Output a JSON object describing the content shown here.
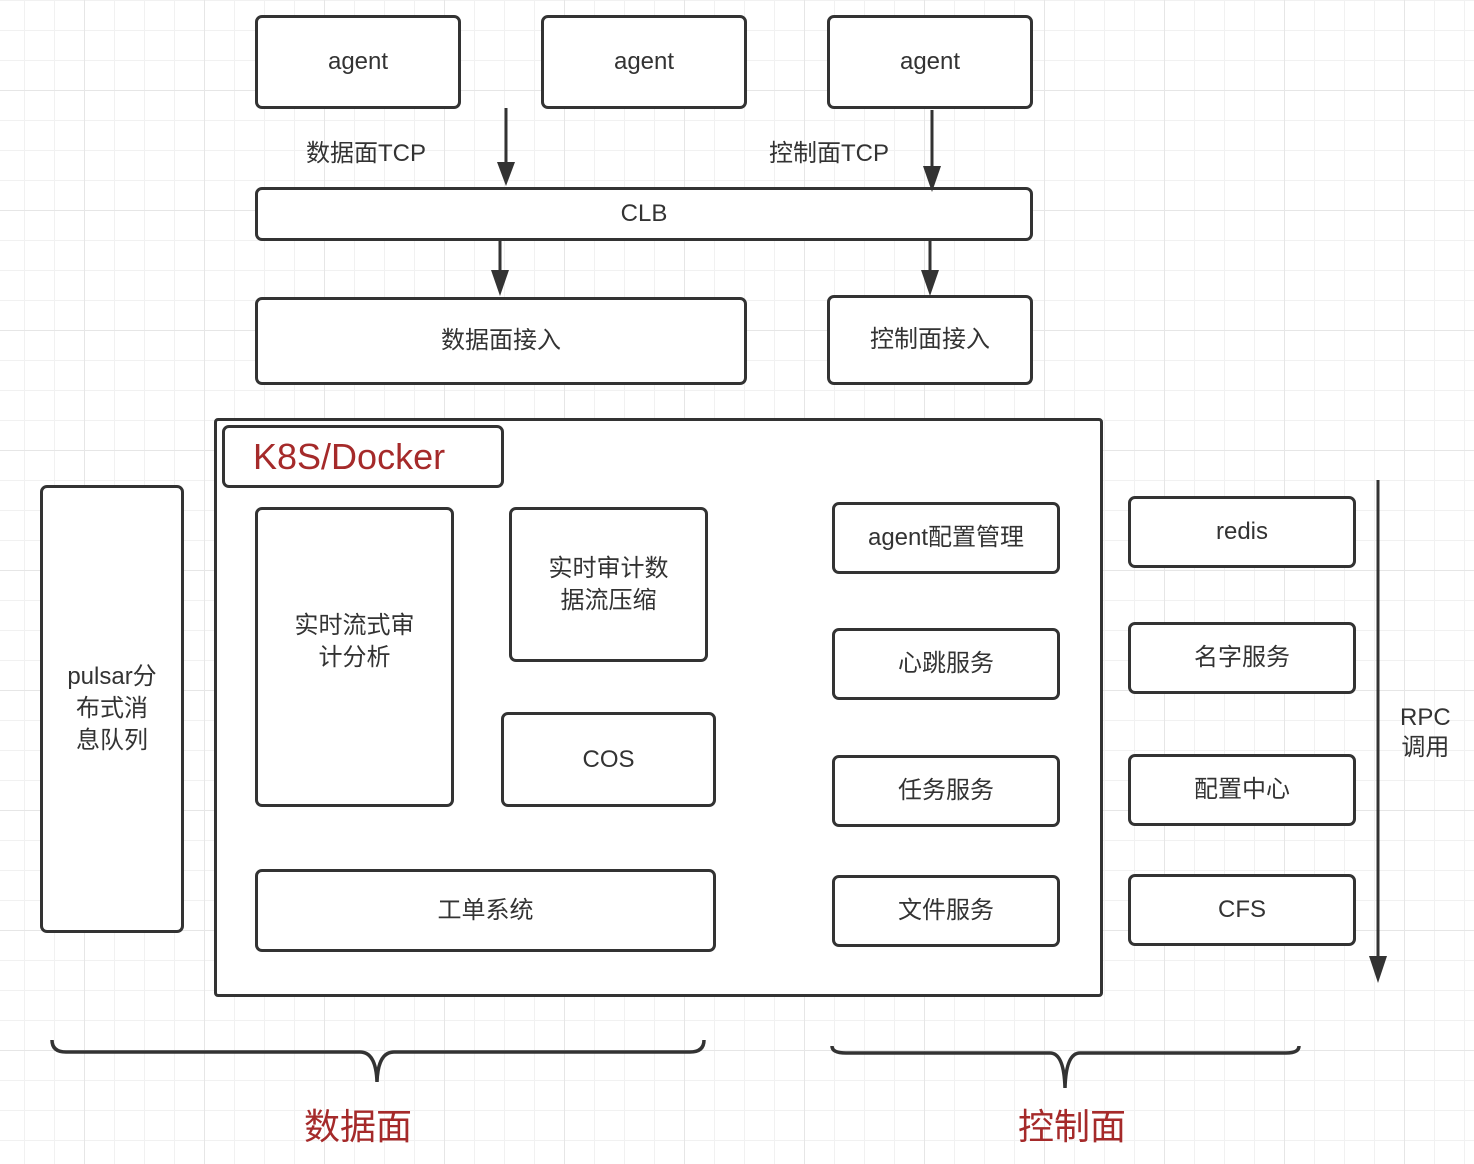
{
  "diagram": {
    "agents": [
      "agent",
      "agent",
      "agent"
    ],
    "edge_labels": {
      "data_tcp": "数据面TCP",
      "control_tcp": "控制面TCP",
      "rpc": "RPC\n调用"
    },
    "clb": "CLB",
    "data_access": "数据面接入",
    "control_access": "控制面接入",
    "container_title": "K8S/Docker",
    "pulsar": "pulsar分\n布式消\n息队列",
    "data_services": {
      "stream_analysis": "实时流式审\n计分析",
      "compression": "实时审计数\n据流压缩",
      "cos": "COS",
      "ticket": "工单系统"
    },
    "control_services": [
      "agent配置管理",
      "心跳服务",
      "任务服务",
      "文件服务"
    ],
    "external_services": [
      "redis",
      "名字服务",
      "配置中心",
      "CFS"
    ],
    "groups": {
      "data_plane": "数据面",
      "control_plane": "控制面"
    },
    "colors": {
      "stroke": "#333333",
      "accent_red": "#a52a2a"
    }
  }
}
